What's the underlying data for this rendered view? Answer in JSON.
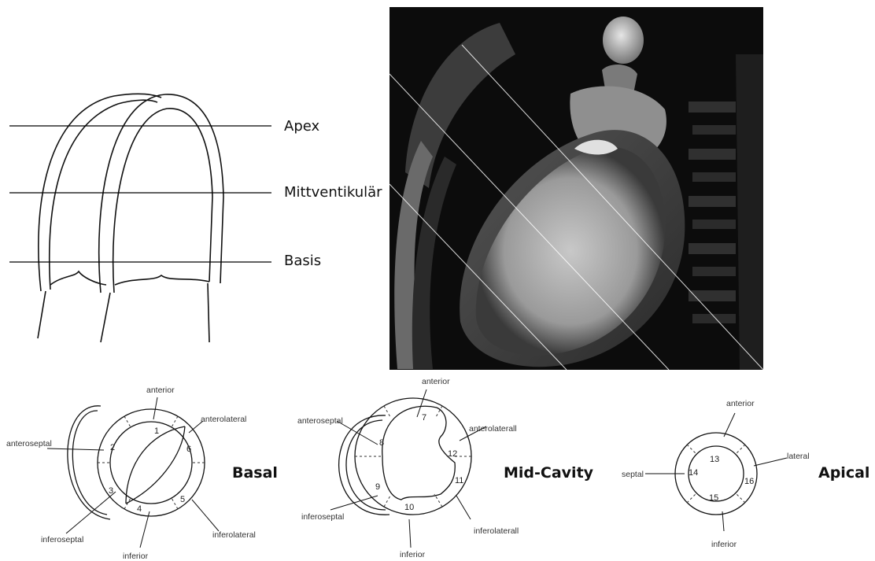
{
  "planes": {
    "apex": "Apex",
    "mid": "Mittventikulär",
    "basis": "Basis"
  },
  "basal": {
    "title": "Basal",
    "segments": {
      "s1": "1",
      "s2": "2",
      "s3": "3",
      "s4": "4",
      "s5": "5",
      "s6": "6"
    },
    "labels": {
      "anterior": "anterior",
      "anterolateral": "anterolateral",
      "anteroseptal": "anteroseptal",
      "inferoseptal": "inferoseptal",
      "inferior": "inferior",
      "inferolateral": "inferolateral"
    }
  },
  "mid": {
    "title": "Mid-Cavity",
    "segments": {
      "s7": "7",
      "s8": "8",
      "s9": "9",
      "s10": "10",
      "s11": "11",
      "s12": "12"
    },
    "labels": {
      "anterior": "anterior",
      "anteroseptal": "anteroseptal",
      "anterolateral": "anterolaterall",
      "inferoseptal": "inferoseptal",
      "inferolateral": "inferolaterall",
      "inferior": "inferior"
    }
  },
  "apical": {
    "title": "Apical",
    "segments": {
      "s13": "13",
      "s14": "14",
      "s15": "15",
      "s16": "16"
    },
    "labels": {
      "anterior": "anterior",
      "lateral": "lateral",
      "septal": "septal",
      "inferior": "inferior"
    }
  },
  "colors": {
    "mri_background": "#0c0c0c",
    "line": "#111111"
  }
}
